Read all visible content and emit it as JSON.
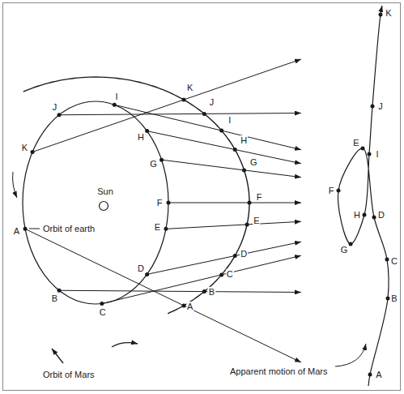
{
  "diagram": {
    "labels": [
      "Sun",
      "Orbit of earth",
      "Orbit of Mars",
      "Apparent motion of Mars",
      "A",
      "B",
      "C",
      "D",
      "E",
      "F",
      "G",
      "H",
      "I",
      "J",
      "K",
      "A",
      "B",
      "C",
      "D",
      "E",
      "F",
      "G",
      "H",
      "I",
      "J",
      "K",
      "A",
      "B",
      "C",
      "D",
      "E",
      "F",
      "G",
      "H",
      "I",
      "J",
      "K"
    ]
  }
}
